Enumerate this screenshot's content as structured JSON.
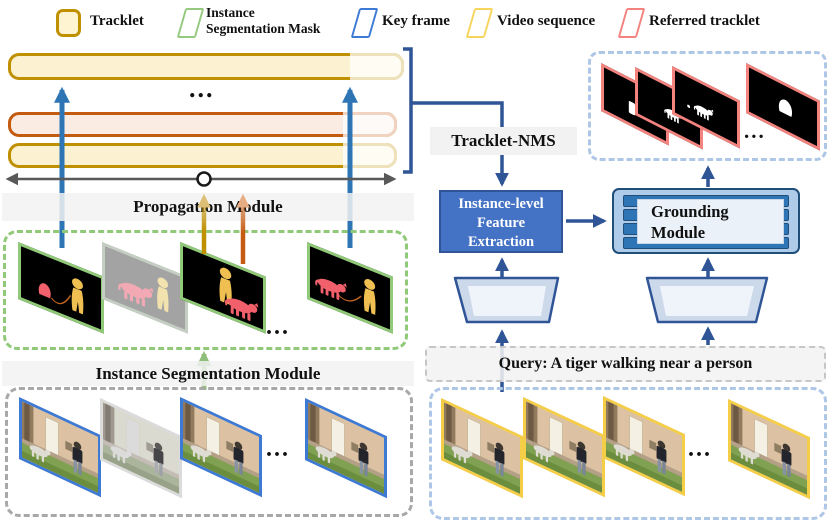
{
  "legend": {
    "items": [
      {
        "label": "Tracklet"
      },
      {
        "line1": "Instance",
        "line2": "Segmentation Mask"
      },
      {
        "label": "Key frame"
      },
      {
        "label": "Video sequence"
      },
      {
        "label": "Referred tracklet"
      }
    ]
  },
  "left_panel": {
    "propagation_label": "Propagation Module",
    "ism_label": "Instance Segmentation Module"
  },
  "right_panel": {
    "tracklet_nms": "Tracklet-NMS",
    "ife_lines": [
      "Instance-level",
      "Feature",
      "Extraction"
    ],
    "grounding_lines": [
      "Grounding",
      "Module"
    ],
    "query": "Query: A tiger walking near a person"
  },
  "ellipsis": "...",
  "icons": {
    "tracklet_swatch": "rounded-rect",
    "mask_swatch": "parallelogram",
    "keyframe_swatch": "parallelogram",
    "video_swatch": "parallelogram",
    "referred_swatch": "parallelogram"
  },
  "colors": {
    "tracklet_gold": "#BF9000",
    "tracklet_orange": "#C55A11",
    "mask_green": "#90C978",
    "keyframe_blue": "#3D7AD6",
    "video_yellow": "#F5CE48",
    "referred_red": "#F4827E",
    "arrow_blue": "#2E75B6",
    "connector_navy": "#2F5597",
    "module_fill_blue": "#4472C4",
    "grounding_fill": "#AECBEA",
    "grounding_bar": "#2E75B6",
    "gray_bar": "#F2F2F2"
  }
}
